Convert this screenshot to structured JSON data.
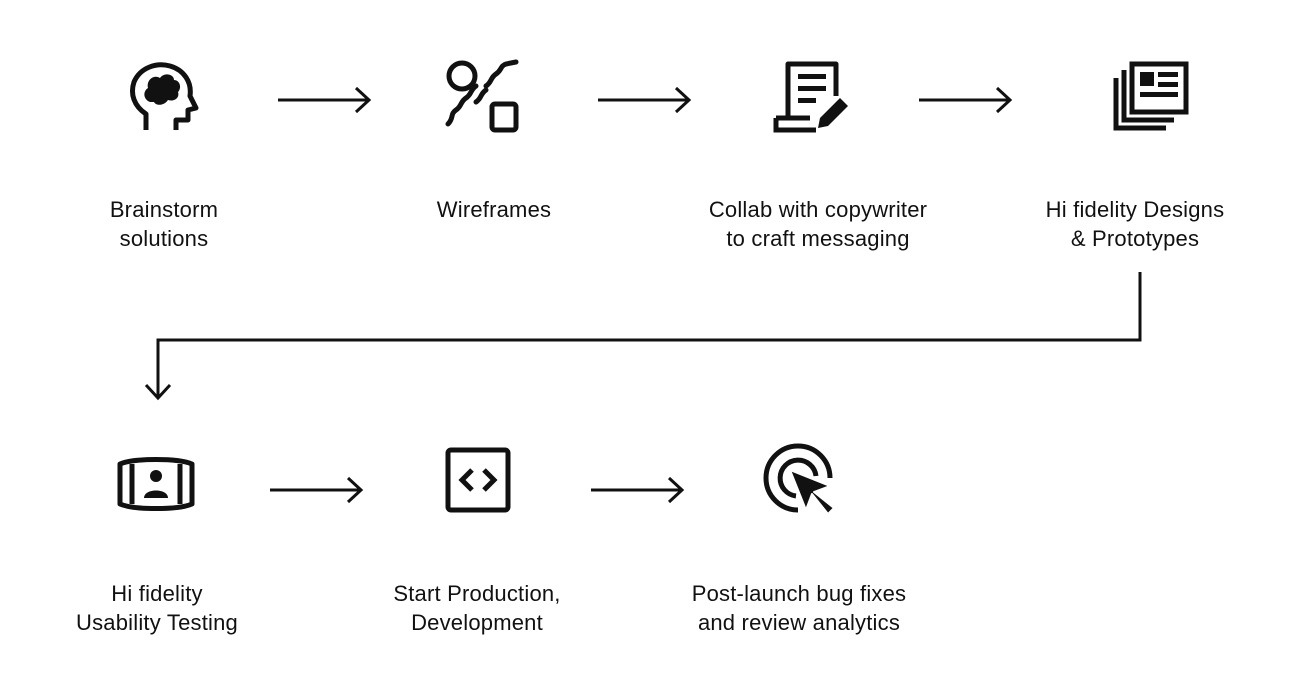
{
  "steps": [
    {
      "line1": "Brainstorm",
      "line2": "solutions",
      "icon": "brain-head-icon"
    },
    {
      "line1": "Wireframes",
      "line2": "",
      "icon": "wireframe-shapes-icon"
    },
    {
      "line1": "Collab with copywriter",
      "line2": "to craft messaging",
      "icon": "document-edit-icon"
    },
    {
      "line1": "Hi fidelity Designs",
      "line2": "& Prototypes",
      "icon": "layout-stack-icon"
    },
    {
      "line1": "Hi fidelity",
      "line2": "Usability Testing",
      "icon": "user-testing-icon"
    },
    {
      "line1": "Start Production,",
      "line2": "Development",
      "icon": "code-icon"
    },
    {
      "line1": "Post-launch bug fixes",
      "line2": "and review analytics",
      "icon": "cursor-target-icon"
    }
  ],
  "colors": {
    "stroke": "#111111",
    "background": "#ffffff"
  }
}
